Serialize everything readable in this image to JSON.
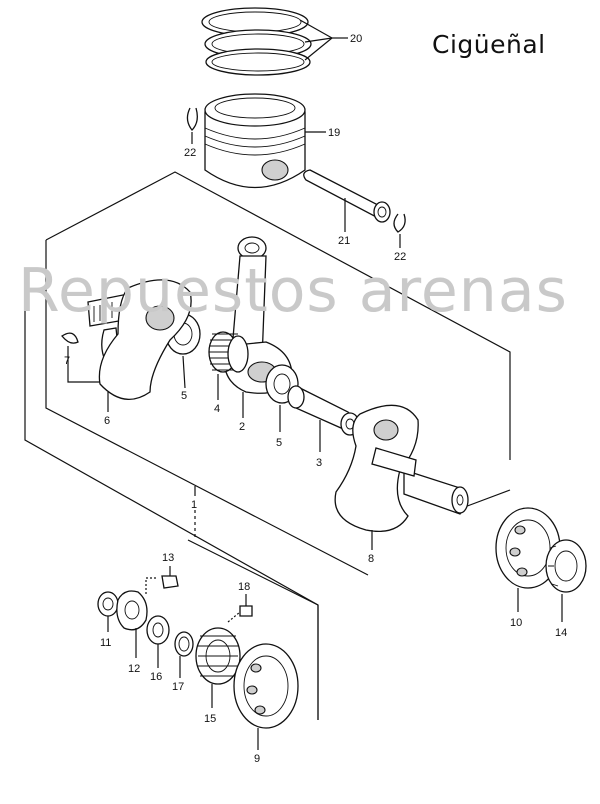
{
  "title": "Cigüeñal",
  "watermark": "Repuestos arenas",
  "callouts": {
    "p1": "1",
    "p2": "2",
    "p3": "3",
    "p4": "4",
    "p5a": "5",
    "p5b": "5",
    "p6": "6",
    "p7": "7",
    "p8": "8",
    "p9": "9",
    "p10": "10",
    "p11": "11",
    "p12": "12",
    "p13": "13",
    "p14": "14",
    "p15": "15",
    "p16": "16",
    "p17": "17",
    "p18": "18",
    "p19": "19",
    "p20": "20",
    "p21": "21",
    "p22a": "22",
    "p22b": "22"
  }
}
